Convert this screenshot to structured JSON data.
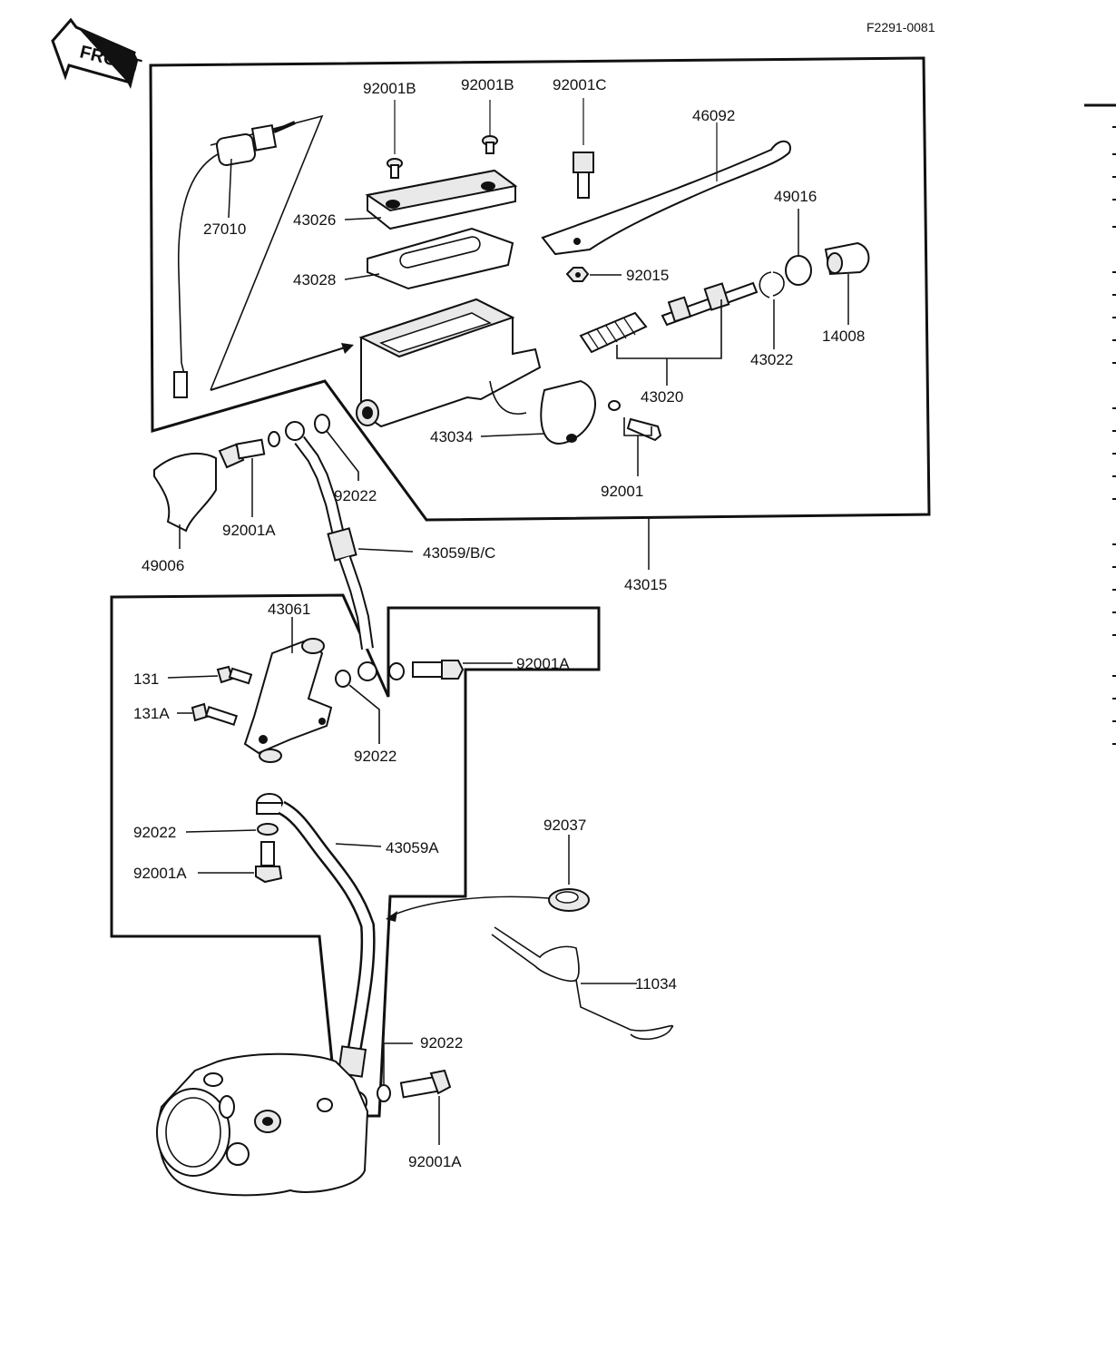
{
  "diagram_code": "F2291-0081",
  "front_label": "FRONT",
  "labels": {
    "p92001B_1": "92001B",
    "p92001B_2": "92001B",
    "p92001C": "92001C",
    "p46092": "46092",
    "p27010": "27010",
    "p43026": "43026",
    "p43028": "43028",
    "p49016": "49016",
    "p92015": "92015",
    "p14008": "14008",
    "p43022": "43022",
    "p43020": "43020",
    "p43034": "43034",
    "p92001": "92001",
    "p92022_top": "92022",
    "p92001A_top": "92001A",
    "p49006": "49006",
    "p43059BC": "43059/B/C",
    "p43015": "43015",
    "p43061": "43061",
    "p131": "131",
    "p131A": "131A",
    "p92001A_mid": "92001A",
    "p92022_mid": "92022",
    "p92022_left": "92022",
    "p43059A": "43059A",
    "p92001A_left": "92001A",
    "p92037": "92037",
    "p11034": "11034",
    "p92022_bottom": "92022",
    "p92001A_bottom": "92001A"
  }
}
